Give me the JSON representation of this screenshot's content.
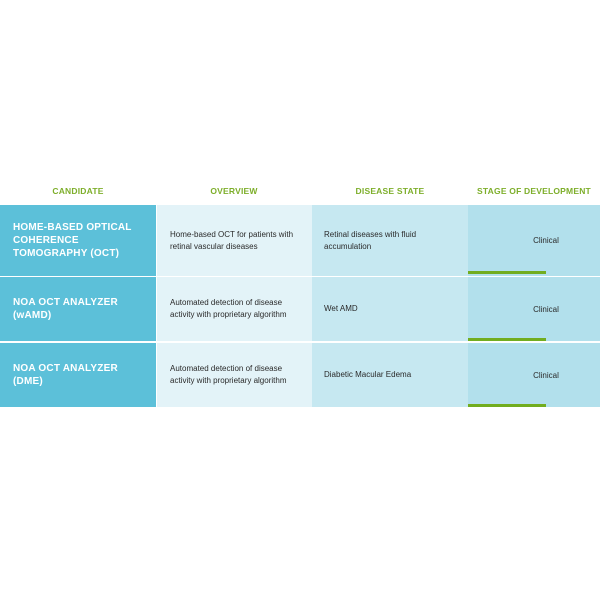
{
  "headers": {
    "candidate": "CANDIDATE",
    "overview": "OVERVIEW",
    "disease_state": "DISEASE STATE",
    "stage": "STAGE OF DEVELOPMENT"
  },
  "rows": [
    {
      "candidate": "HOME-BASED OPTICAL COHERENCE TOMOGRAPHY (OCT)",
      "overview": "Home-based OCT for patients with retinal vascular diseases",
      "disease_state": "Retinal diseases with fluid accumulation",
      "stage": "Clinical",
      "progress": 0.59
    },
    {
      "candidate": "NOA OCT ANALYZER (wAMD)",
      "overview": "Automated detection of disease activity with proprietary algorithm",
      "disease_state": "Wet AMD",
      "stage": "Clinical",
      "progress": 0.59
    },
    {
      "candidate": "NOA OCT ANALYZER (DME)",
      "overview": "Automated detection of disease activity with proprietary algorithm",
      "disease_state": "Diabetic Macular Edema",
      "stage": "Clinical",
      "progress": 0.59
    }
  ],
  "colors": {
    "header_text": "#7dae2a",
    "candidate_bg": "#5cc0d9",
    "overview_bg": "#e3f3f8",
    "disease_bg": "#c6e8f1",
    "stage_bg": "#b2e0ec",
    "progress": "#72ad1f"
  }
}
